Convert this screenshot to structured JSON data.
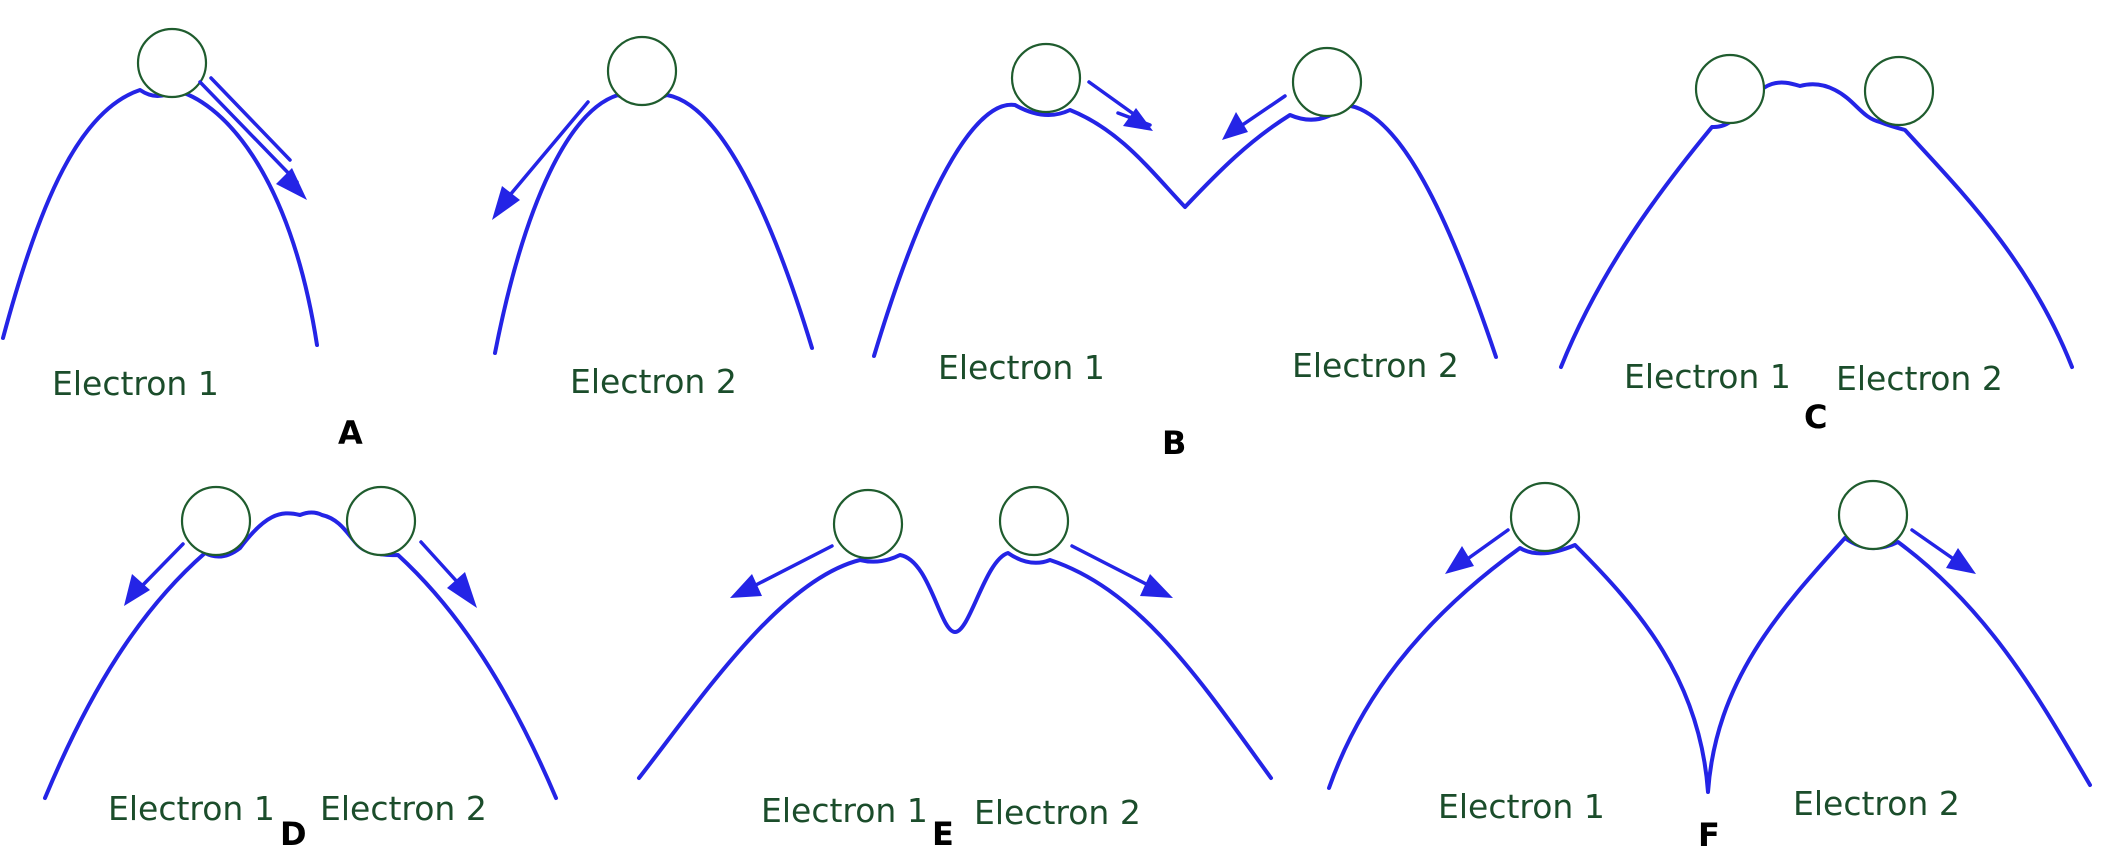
{
  "labels": {
    "electron1": "Electron 1",
    "electron2": "Electron 2"
  },
  "panels": {
    "a": "A",
    "b": "B",
    "c": "C",
    "d": "D",
    "e": "E",
    "f": "F"
  },
  "colors": {
    "curve": "#2424e6",
    "circle_stroke": "#1f5c2e",
    "text": "#1b4d2b"
  }
}
